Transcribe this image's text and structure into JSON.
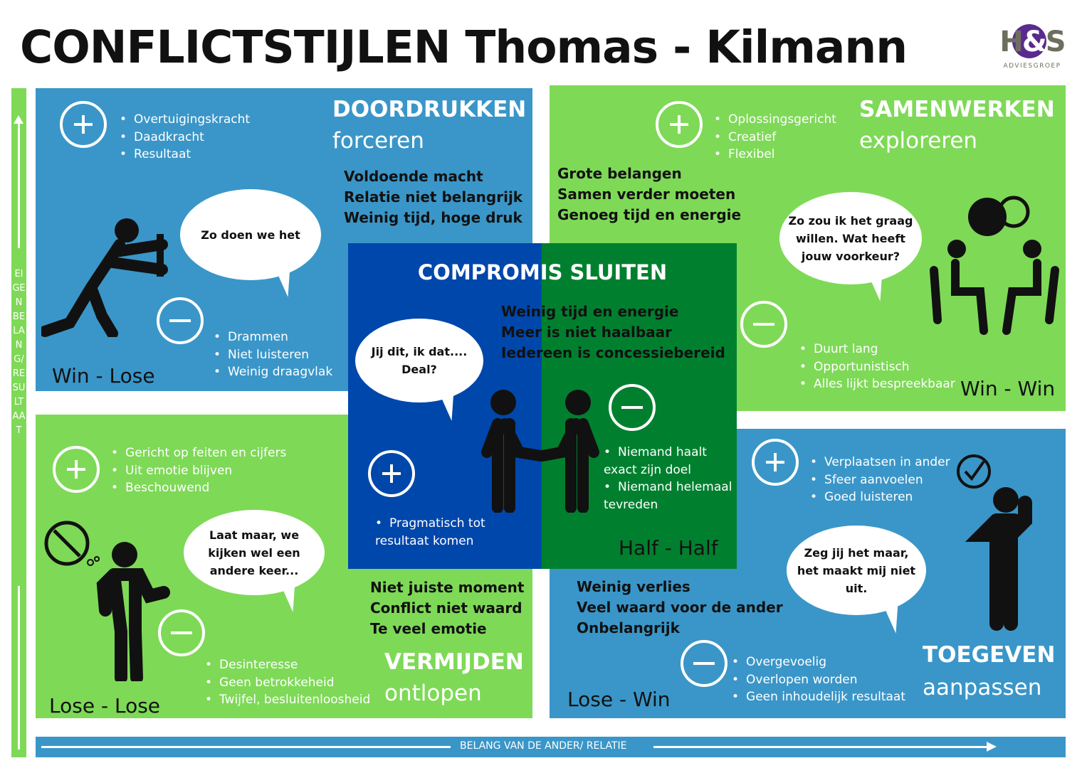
{
  "title": "CONFLICTSTIJLEN  Thomas - Kilmann",
  "logo": {
    "mark": "H&S",
    "subtitle": "ADVIESGROEP"
  },
  "axis": {
    "vertical": "EIGEN BELANG/RESULTAAT",
    "horizontal": "BELANG VAN DE ANDER/ RELATIE"
  },
  "colors": {
    "blue": "#3a96c8",
    "green": "#7ed957",
    "compromise_blue": "#0047ab",
    "compromise_green": "#00802f"
  },
  "doordrukken": {
    "title": "DOORDRUKKEN",
    "subtitle": "forceren",
    "plus": [
      "Overtuigingskracht",
      "Daadkracht",
      "Resultaat"
    ],
    "conditions": [
      "Voldoende macht",
      "Relatie niet belangrijk",
      "Weinig tijd, hoge druk"
    ],
    "bubble": "Zo doen we het",
    "minus": [
      "Drammen",
      "Niet luisteren",
      "Weinig draagvlak"
    ],
    "result": "Win - Lose"
  },
  "samenwerken": {
    "title": "SAMENWERKEN",
    "subtitle": "exploreren",
    "plus": [
      "Oplossingsgericht",
      "Creatief",
      "Flexibel"
    ],
    "conditions": [
      "Grote belangen",
      "Samen verder moeten",
      "Genoeg tijd en energie"
    ],
    "bubble": "Zo zou ik het graag willen. Wat heeft jouw voorkeur?",
    "minus": [
      "Duurt lang",
      "Opportunistisch",
      "Alles lijkt bespreekbaar"
    ],
    "result": "Win - Win"
  },
  "compromis": {
    "title": "COMPROMIS SLUITEN",
    "conditions": [
      "Weinig tijd en energie",
      "Meer is niet haalbaar",
      "Iedereen is concessiebereid"
    ],
    "bubble": "Jij dit, ik dat.... Deal?",
    "plus": [
      "Pragmatisch tot resultaat komen"
    ],
    "minus": [
      "Niemand haalt exact zijn doel",
      "Niemand helemaal tevreden"
    ],
    "result": "Half - Half"
  },
  "vermijden": {
    "title": "VERMIJDEN",
    "subtitle": "ontlopen",
    "plus": [
      "Gericht op feiten en cijfers",
      "Uit emotie blijven",
      "Beschouwend"
    ],
    "conditions": [
      "Niet juiste moment",
      "Conflict niet waard",
      "Te veel emotie"
    ],
    "bubble": "Laat maar, we kijken wel een andere keer...",
    "minus": [
      "Desinteresse",
      "Geen betrokkeheid",
      "Twijfel, besluitenloosheid"
    ],
    "result": "Lose - Lose"
  },
  "toegeven": {
    "title": "TOEGEVEN",
    "subtitle": "aanpassen",
    "plus": [
      "Verplaatsen in ander",
      "Sfeer aanvoelen",
      "Goed luisteren"
    ],
    "conditions": [
      "Weinig verlies",
      "Veel waard voor de ander",
      "Onbelangrijk"
    ],
    "bubble": "Zeg jij het maar, het maakt mij niet uit.",
    "minus": [
      "Overgevoelig",
      "Overlopen worden",
      "Geen inhoudelijk resultaat"
    ],
    "result": "Lose - Win"
  }
}
